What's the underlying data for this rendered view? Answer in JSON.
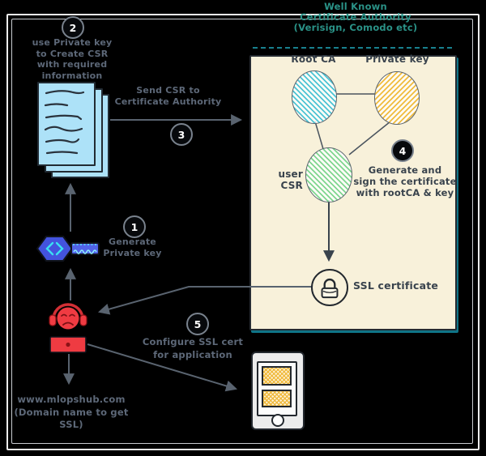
{
  "header": {
    "line1": "Well Known",
    "line2": "Certificate Authority",
    "line3": "(Verisign, Comodo etc)"
  },
  "steps": {
    "s1": {
      "num": "1",
      "line1": "Generate",
      "line2": "Private key"
    },
    "s2": {
      "num": "2",
      "line1": "use Private key",
      "line2": "to Create CSR",
      "line3": "with required information"
    },
    "s3": {
      "num": "3",
      "line1": "Send CSR to",
      "line2": "Certificate Authority"
    },
    "s4": {
      "num": "4",
      "line1": "Generate and",
      "line2": "sign the certificate",
      "line3": "with rootCA & key"
    },
    "s5": {
      "num": "5",
      "line1": "Configure SSL cert",
      "line2": "for application"
    }
  },
  "ca_box": {
    "root_ca": "Root CA",
    "private_key": "Private key",
    "user_csr": "user CSR",
    "ssl_certificate": "SSL certificate"
  },
  "domain": {
    "url": "www.mlopshub.com",
    "note": "(Domain name to get SSL)"
  },
  "colors": {
    "background": "#000000",
    "header_teal": "#2a9287",
    "annotation_gray": "#5d6878",
    "box_background": "#f8f1da",
    "box_text": "#39434d",
    "root_ca_hatch": "#4cc4d4",
    "private_key_hatch": "#f0bc3f",
    "user_csr_hatch": "#7fd690",
    "key_blue": "#4353de",
    "key_cyan": "#3ae0f2",
    "person_red": "#ef3b42",
    "document_blue": "#ade2f8",
    "phone_hatch_yellow": "#f0b93c",
    "arrow_gray": "#59636f"
  }
}
